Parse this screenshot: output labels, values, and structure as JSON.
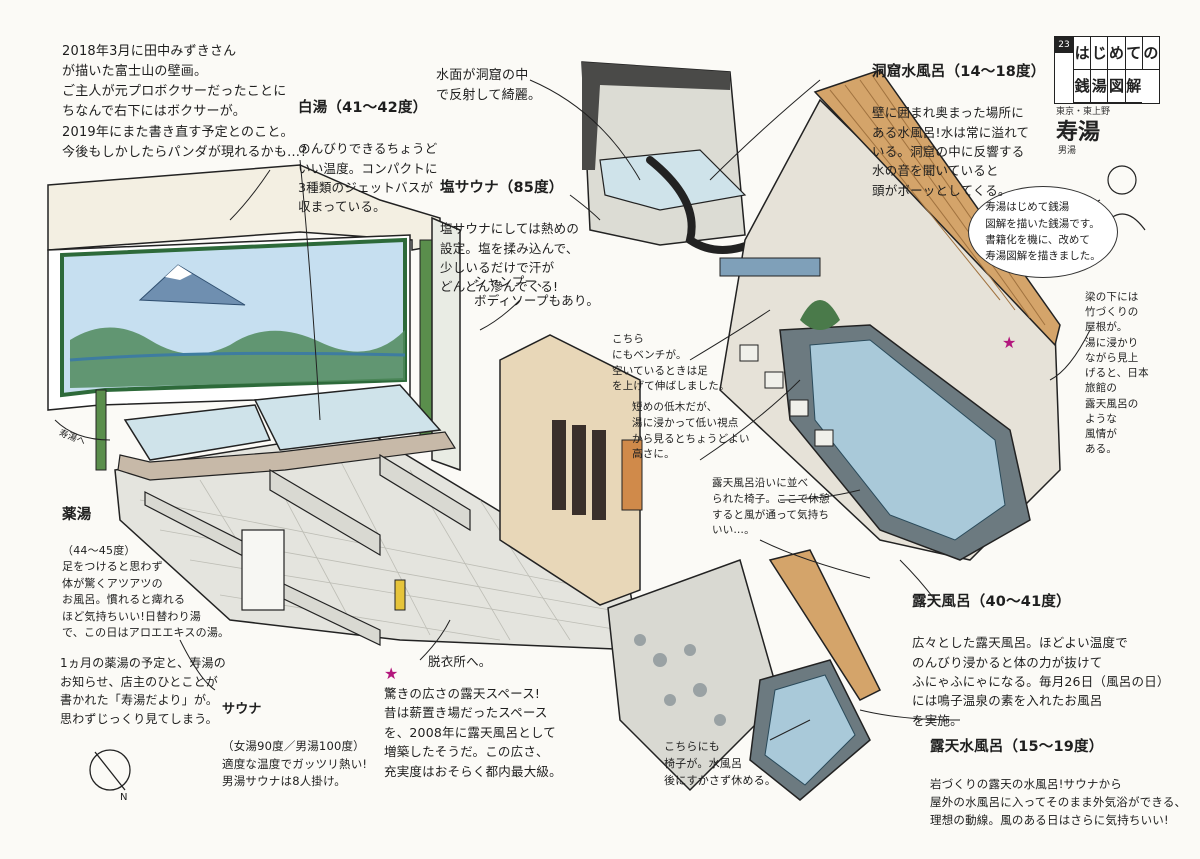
{
  "header": {
    "page_number": "23",
    "series_title_chars": [
      "は",
      "じ",
      "め",
      "て",
      "の",
      "銭",
      "湯",
      "図",
      "解"
    ],
    "location": "東京・東上野",
    "bathhouse_name": "寿湯",
    "section": "男湯"
  },
  "author_speech": "寿湯はじめて銭湯\n図解を描いた銭湯です。\n書籍化を機に、改めて\n寿湯図解を描きました。",
  "notes": {
    "mural": "2018年3月に田中みずきさん\nが描いた富士山の壁画。\nご主人が元プロボクサーだったことに\nちなんで右下にはボクサーが。\n2019年にまた書き直す予定とのこと。\n今後もしかしたらパンダが現れるかも…?",
    "shirayu_title": "白湯（41〜42度）",
    "shirayu_body": "のんびりできるちょうど\nいい温度。コンパクトに\n3種類のジェットバスが\n収まっている。",
    "water_surface": "水面が洞窟の中\nで反射して綺麗。",
    "salt_sauna_title": "塩サウナ（85度）",
    "salt_sauna_body": "塩サウナにしては熱めの\n設定。塩を揉み込んで、\n少しいるだけで汗が\nどんどん滲んでくる!",
    "shampoo": "シャンプー、\nボディソープもあり。",
    "cave_bath_title": "洞窟水風呂（14〜18度）",
    "cave_bath_body": "壁に囲まれ奥まった場所に\nある水風呂!水は常に溢れて\nいる。洞窟の中に反響する\n水の音を聞いていると\n頭がボーッとしてくる。",
    "bench": "こちら\nにもベンチが。\n空いているときは足\nを上げて伸ばしました。",
    "fence": "短めの低木だが、\n湯に浸かって低い視点\nから見るとちょうどよい\n高さに。",
    "roof": "梁の下には\n竹づくりの\n屋根が。\n湯に浸かり\nながら見上\nげると、日本\n旅館の\n露天風呂の\nような\n風情が\nある。",
    "rest_chair": "露天風呂沿いに並べ\nられた椅子。ここで休憩\nすると風が通って気持ち\nいい…。",
    "yakuyu_title": "薬湯",
    "yakuyu_body": "（44〜45度）\n足をつけると思わず\n体が驚くアツアツの\nお風呂。慣れると痺れる\nほど気持ちいい!日替わり湯\nで、この日はアロエエキスの湯。",
    "entrance": "脱衣所へ。",
    "calendar": "1ヵ月の薬湯の予定と、寿湯の\nお知らせ、店主のひとことが\n書かれた「寿湯だより」が。\n思わずじっくり見てしまう。",
    "sauna_title": "サウナ",
    "sauna_body": "（女湯90度／男湯100度）\n適度な温度でガッツリ熱い!\n男湯サウナは8人掛け。",
    "open_space": "驚きの広さの露天スペース!\n昔は薪置き場だったスペース\nを、2008年に露天風呂として\n増築したそうだ。この広さ、\n充実度はおそらく都内最大級。",
    "rotenburo_title": "露天風呂（40〜41度）",
    "rotenburo_body": "広々とした露天風呂。ほどよい温度で\nのんびり浸かると体の力が抜けて\nふにゃふにゃになる。毎月26日（風呂の日）\nには鳴子温泉の素を入れたお風呂\nを実施。",
    "chairs_near_cold": "こちらにも\n椅子が。水風呂\n後にすかさず休める。",
    "outdoor_cold_title": "露天水風呂（15〜19度）",
    "outdoor_cold_body": "岩づくりの露天の水風呂!サウナから\n屋外の水風呂に入ってそのまま外気浴ができる、\n理想の動線。風のある日はさらに気持ちいい!",
    "compass": "N",
    "scribble": "寿湯へ"
  },
  "colors": {
    "ink": "#222222",
    "water": "#cfe3ea",
    "tile": "#e4e4de",
    "wood": "#d4a46a",
    "rock": "#6c7a80",
    "mural_sky": "#c6dff0",
    "mural_mountain": "#6f8fb0",
    "star": "#b3177d"
  }
}
